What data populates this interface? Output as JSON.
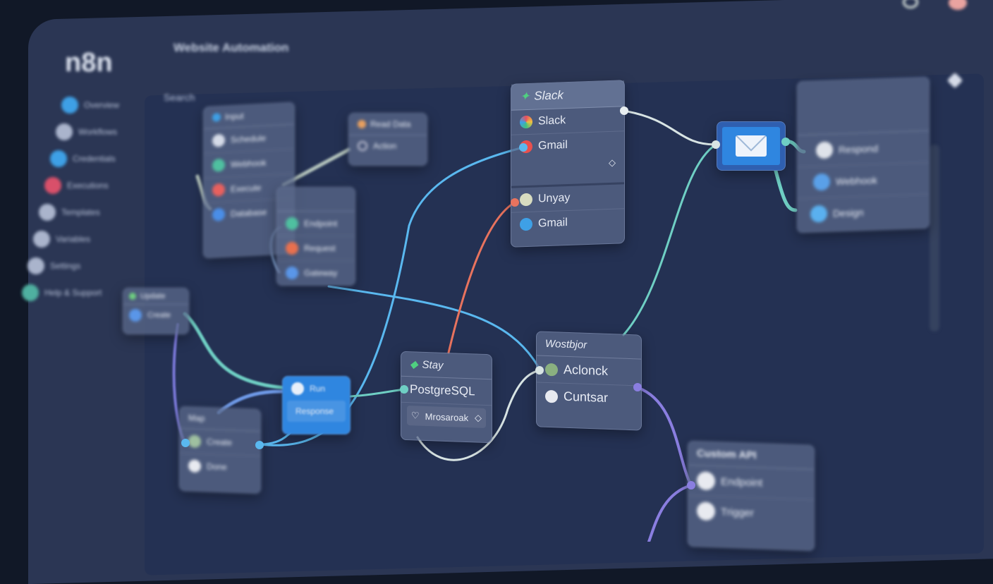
{
  "header": {
    "logo": "n8n",
    "workflow_title": "Website Automation",
    "search_icon": "search-icon",
    "avatar": "avatar"
  },
  "canvas": {
    "breadcrumb": "Search"
  },
  "sidebar": {
    "items": [
      {
        "label": "Overview",
        "color": "#3ea0e6"
      },
      {
        "label": "Workflows",
        "color": "#aab4cc"
      },
      {
        "label": "Credentials",
        "color": "#3ea0e6"
      },
      {
        "label": "Executions",
        "color": "#d9506a"
      },
      {
        "label": "Templates",
        "color": "#aab4cc"
      },
      {
        "label": "Variables",
        "color": "#aab4cc"
      },
      {
        "label": "Settings",
        "color": "#aab4cc"
      },
      {
        "label": "Help & Support",
        "color": "#4fb0a0"
      }
    ]
  },
  "nodes": {
    "n1": {
      "title": "Input",
      "rows": [
        "Schedule",
        "Webhook",
        "Execute",
        "Database"
      ]
    },
    "n2": {
      "title": "Read Data",
      "rows": [
        "Action"
      ]
    },
    "n3": {
      "rows": [
        "Endpoint",
        "Request",
        "Gateway"
      ]
    },
    "n4": {
      "title": "Update",
      "rows": [
        "Create"
      ]
    },
    "n5": {
      "rows": [
        "Run",
        "Response"
      ]
    },
    "n6": {
      "title": "Map",
      "rows": [
        "Create",
        "Done"
      ]
    },
    "slack": {
      "title": "Slack",
      "rows": [
        "Slack",
        "Gmail",
        "Unyay",
        "Gmail"
      ]
    },
    "stay": {
      "title": "Stay",
      "rows": [
        "PostgreSQL",
        "Mrosaroak"
      ]
    },
    "webhook": {
      "title": "Wostbjor",
      "rows": [
        "Aclonck",
        "Cuntsar"
      ]
    },
    "email": {
      "icon": "envelope-icon"
    },
    "right": {
      "rows": [
        "Respond",
        "Webhook",
        "Design"
      ]
    },
    "custom": {
      "title": "Custom API",
      "rows": [
        "Endpoint",
        "Trigger"
      ]
    }
  },
  "colors": {
    "accent": "#2f86e0",
    "wire_teal": "#6fcfc4",
    "wire_blue": "#5ab8ef",
    "wire_red": "#e8735e",
    "wire_purple": "#8a7ee0",
    "wire_white": "#d8e4e4"
  }
}
